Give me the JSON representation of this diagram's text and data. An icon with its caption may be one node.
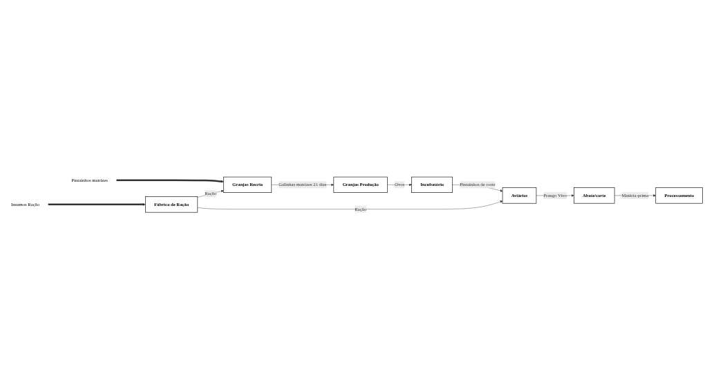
{
  "diagram": {
    "nodes": [
      {
        "text": [
          "Insumos Ração"
        ]
      },
      {
        "text": [
          "Fábrica de Ração"
        ]
      },
      {
        "text": [
          "Pintainhos matrizes"
        ]
      },
      {
        "text": [
          "Granjas Recria"
        ]
      },
      {
        "text": [
          "Incubatório"
        ]
      },
      {
        "text": [
          "Aviários"
        ]
      },
      {
        "text": [
          "Abate/corte"
        ]
      },
      {
        "text": [
          "Granjas Produção"
        ]
      },
      {
        "text": [
          "Processamento"
        ]
      }
    ],
    "edges": [
      {
        "from": 0,
        "to": 1,
        "arrow": "to",
        "style": "thick"
      },
      {
        "from": 2,
        "to": 3,
        "arrow": "to",
        "style": "thick"
      },
      {
        "from": 1,
        "to": 3,
        "arrow": "to",
        "label": "Ração"
      },
      {
        "from": 1,
        "to": 5,
        "arrow": "to",
        "label": "Ração"
      },
      {
        "from": 3,
        "to": 7,
        "arrow": "to",
        "label": "Galinhas matrizes 21 dias"
      },
      {
        "from": 7,
        "to": 4,
        "arrow": "to",
        "label": "Ovos"
      },
      {
        "from": 4,
        "to": 5,
        "arrow": "to",
        "label": "Pintainhos de corte"
      },
      {
        "from": 5,
        "to": 6,
        "arrow": "to",
        "label": "Frango Vivo"
      },
      {
        "from": 6,
        "to": 8,
        "arrow": "to",
        "label": "Matéria-prima"
      }
    ]
  }
}
